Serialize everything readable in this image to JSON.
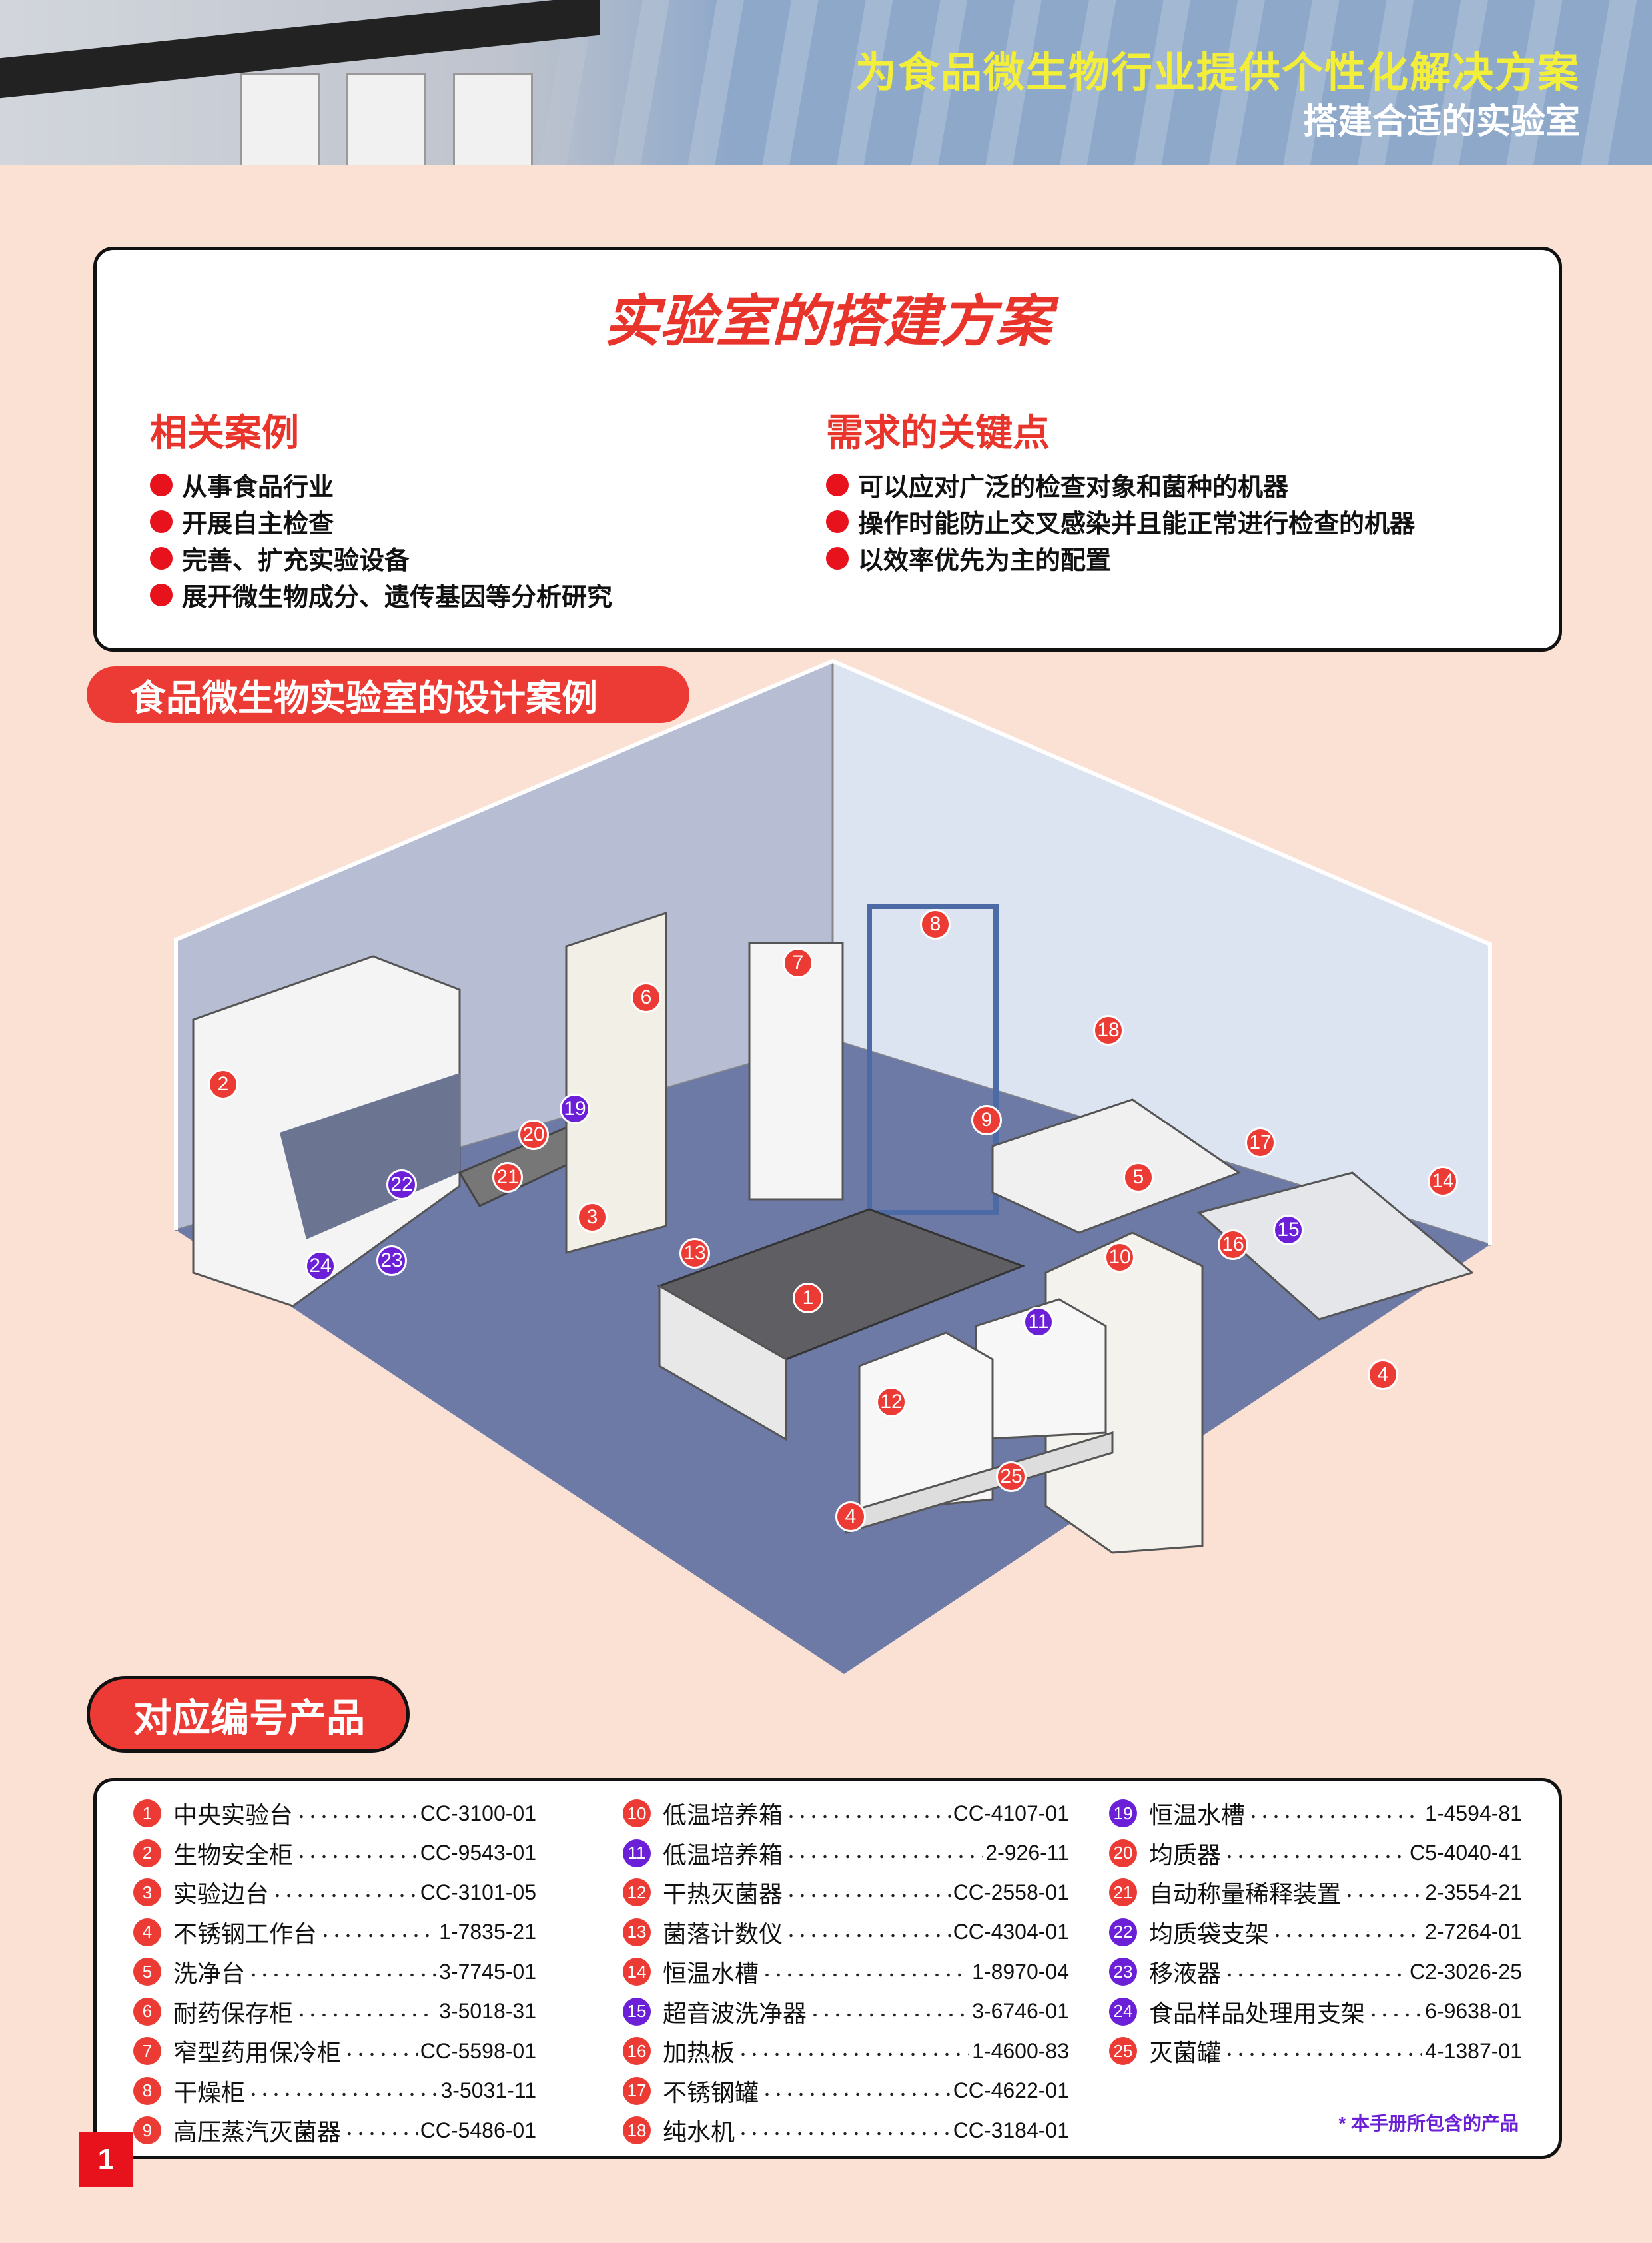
{
  "header": {
    "title": "为食品微生物行业提供个性化解决方案",
    "subtitle": "搭建合适的实验室"
  },
  "plan": {
    "title": "实验室的搭建方案",
    "cases": {
      "heading": "相关案例",
      "items": [
        "从事食品行业",
        "开展自主检查",
        "完善、扩充实验设备",
        "展开微生物成分、遗传基因等分析研究"
      ]
    },
    "keypoints": {
      "heading": "需求的关键点",
      "items": [
        "可以应对广泛的检查对象和菌种的机器",
        "操作时能防止交叉感染并且能正常进行检查的机器",
        "以效率优先为主的配置"
      ]
    }
  },
  "design_label": "食品微生物实验室的设计案例",
  "illustration": {
    "markers": [
      "1",
      "2",
      "3",
      "4",
      "4",
      "5",
      "6",
      "7",
      "8",
      "9",
      "10",
      "11",
      "12",
      "13",
      "14",
      "15",
      "16",
      "17",
      "18",
      "19",
      "20",
      "21",
      "22",
      "23",
      "24",
      "25"
    ],
    "colors": {
      "red": "#ec3b34",
      "purple": "#6b1fd6"
    }
  },
  "products_label": "对应编号产品",
  "products": [
    {
      "num": "1",
      "name": "中央实验台",
      "code": "CC-3100-01",
      "color": "red"
    },
    {
      "num": "2",
      "name": "生物安全柜",
      "code": "CC-9543-01",
      "color": "red"
    },
    {
      "num": "3",
      "name": "实验边台",
      "code": "CC-3101-05",
      "color": "red"
    },
    {
      "num": "4",
      "name": "不锈钢工作台",
      "code": "1-7835-21",
      "color": "red"
    },
    {
      "num": "5",
      "name": "洗净台",
      "code": "3-7745-01",
      "color": "red"
    },
    {
      "num": "6",
      "name": "耐药保存柜",
      "code": "3-5018-31",
      "color": "red"
    },
    {
      "num": "7",
      "name": "窄型药用保冷柜",
      "code": "CC-5598-01",
      "color": "red"
    },
    {
      "num": "8",
      "name": "干燥柜",
      "code": "3-5031-11",
      "color": "red"
    },
    {
      "num": "9",
      "name": "高压蒸汽灭菌器",
      "code": "CC-5486-01",
      "color": "red"
    },
    {
      "num": "10",
      "name": "低温培养箱",
      "code": "CC-4107-01",
      "color": "red"
    },
    {
      "num": "11",
      "name": "低温培养箱",
      "code": "2-926-11",
      "color": "purple"
    },
    {
      "num": "12",
      "name": "干热灭菌器",
      "code": "CC-2558-01",
      "color": "red"
    },
    {
      "num": "13",
      "name": "菌落计数仪",
      "code": "CC-4304-01",
      "color": "red"
    },
    {
      "num": "14",
      "name": "恒温水槽",
      "code": "1-8970-04",
      "color": "red"
    },
    {
      "num": "15",
      "name": "超音波洗净器",
      "code": "3-6746-01",
      "color": "purple"
    },
    {
      "num": "16",
      "name": "加热板",
      "code": "1-4600-83",
      "color": "red"
    },
    {
      "num": "17",
      "name": "不锈钢罐",
      "code": "CC-4622-01",
      "color": "red"
    },
    {
      "num": "18",
      "name": "纯水机",
      "code": "CC-3184-01",
      "color": "red"
    },
    {
      "num": "19",
      "name": "恒温水槽",
      "code": "1-4594-81",
      "color": "purple"
    },
    {
      "num": "20",
      "name": "均质器",
      "code": "C5-4040-41",
      "color": "red"
    },
    {
      "num": "21",
      "name": "自动称量稀释装置",
      "code": "2-3554-21",
      "color": "red"
    },
    {
      "num": "22",
      "name": "均质袋支架",
      "code": "2-7264-01",
      "color": "purple"
    },
    {
      "num": "23",
      "name": "移液器",
      "code": "C2-3026-25",
      "color": "purple"
    },
    {
      "num": "24",
      "name": "食品样品处理用支架",
      "code": "6-9638-01",
      "color": "purple"
    },
    {
      "num": "25",
      "name": "灭菌罐",
      "code": "4-1387-01",
      "color": "red"
    }
  ],
  "products_note": "* 本手册所包含的产品",
  "page_number": "1"
}
